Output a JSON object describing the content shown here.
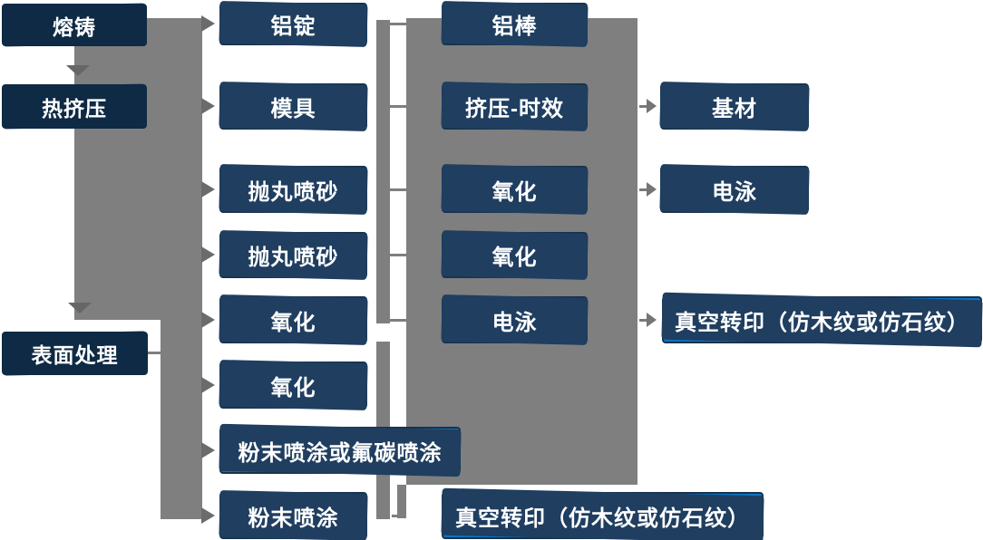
{
  "diagram": {
    "type": "flowchart",
    "colors": {
      "stage_box_fill": "#174f7e",
      "stage_box_border": "#0e2a44",
      "process_box_fill": "#0b74c1",
      "process_box_shadow": "#1f3e60",
      "connector_gray": "#7f7f7f",
      "arrow_gray": "#666666",
      "text": "#ffffff",
      "background": "#ffffff"
    },
    "columns": [
      {
        "name": "stages",
        "items": [
          {
            "label": "熔铸"
          },
          {
            "label": "热挤压"
          },
          {
            "label": "表面处理"
          }
        ]
      },
      {
        "name": "step-1",
        "items": [
          {
            "label": "铝锭"
          },
          {
            "label": "模具"
          },
          {
            "label": "抛丸喷砂"
          },
          {
            "label": "抛丸喷砂"
          },
          {
            "label": "氧化"
          },
          {
            "label": "氧化"
          },
          {
            "label": "粉末喷涂或氟碳喷涂"
          },
          {
            "label": "粉末喷涂"
          }
        ]
      },
      {
        "name": "step-2",
        "items": [
          {
            "label": "铝棒"
          },
          {
            "label": "挤压-时效"
          },
          {
            "label": "氧化"
          },
          {
            "label": "氧化"
          },
          {
            "label": "电泳"
          },
          {
            "label": "真空转印（仿木纹或仿石纹）"
          }
        ]
      },
      {
        "name": "step-3",
        "items": [
          {
            "label": "基材"
          },
          {
            "label": "电泳"
          },
          {
            "label": "真空转印（仿木纹或仿石纹）"
          }
        ]
      }
    ]
  }
}
